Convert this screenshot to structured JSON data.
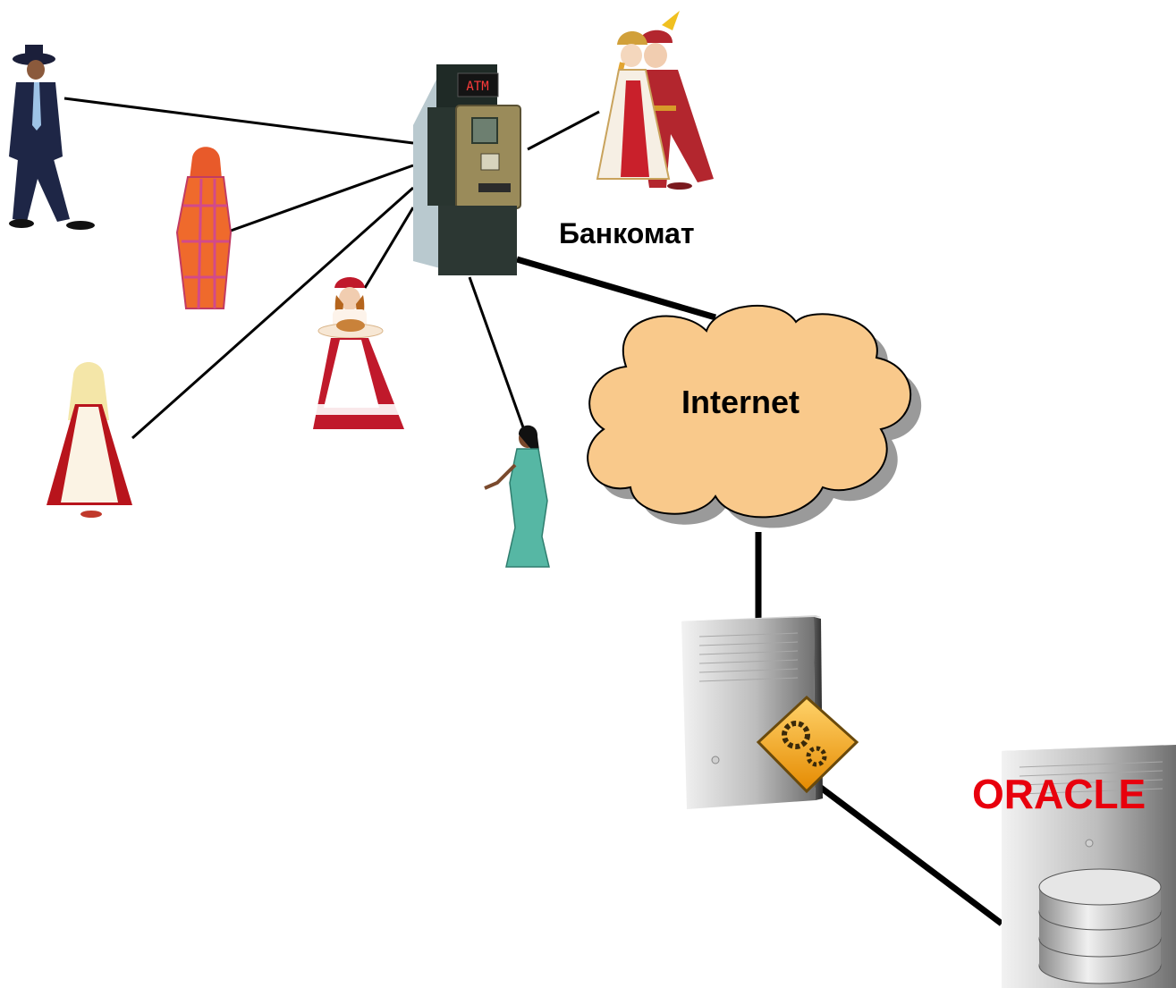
{
  "labels": {
    "atm_label": "Банкомат",
    "atm_screen": "ATM",
    "cloud_label": "Internet",
    "db_label": "ORACLE"
  },
  "colors": {
    "cloud_fill": "#f9c98b",
    "oracle_red": "#e8000d",
    "atm_body": "#9a8b5a",
    "server_gray": "#9a9a9a",
    "gear_badge": "#f5a81f"
  },
  "icons": {
    "atm": "atm-machine-icon",
    "cloud": "cloud-icon",
    "app_server": "application-server-icon",
    "gear_badge": "gears-icon",
    "db_server": "database-server-icon",
    "db_stack": "database-stack-icon"
  }
}
